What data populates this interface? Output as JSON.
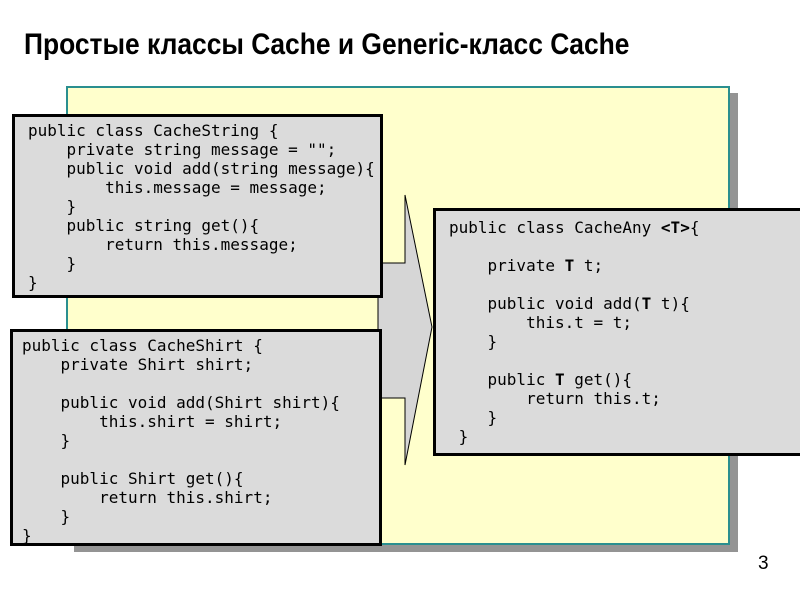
{
  "title": "Простые классы Cache и Generic-класс Cache",
  "page_number": "3",
  "colors": {
    "background": "#ffffff",
    "panel_fill": "#ffffcc",
    "panel_border": "#2a8f8f",
    "panel_shadow": "#949494",
    "code_box_fill": "#dbdbdb",
    "code_box_border": "#000000",
    "arrow_fill": "#d6d6d6",
    "text": "#000000"
  },
  "arrow": {
    "name": "right-block-arrow",
    "direction": "right"
  },
  "code_boxes": [
    {
      "id": "cache-string",
      "lines": [
        [
          "public class CacheString {"
        ],
        [
          "    private string message = \"\";"
        ],
        [
          "    public void add(string message){"
        ],
        [
          "        this.message = message;"
        ],
        [
          "    }"
        ],
        [
          "    public string get(){"
        ],
        [
          "        return this.message;"
        ],
        [
          "    }"
        ],
        [
          "}"
        ]
      ]
    },
    {
      "id": "cache-shirt",
      "lines": [
        [
          "public class CacheShirt {"
        ],
        [
          "    private Shirt shirt;"
        ],
        [],
        [
          "    public void add(Shirt shirt){"
        ],
        [
          "        this.shirt = shirt;"
        ],
        [
          "    }"
        ],
        [],
        [
          "    public Shirt get(){"
        ],
        [
          "        return this.shirt;"
        ],
        [
          "    }"
        ],
        [
          "}"
        ]
      ]
    },
    {
      "id": "cache-any",
      "lines": [
        [
          "public class CacheAny ",
          {
            "b": "<T>"
          },
          "{"
        ],
        [],
        [
          "    private ",
          {
            "b": "T"
          },
          " t;"
        ],
        [],
        [
          "    public void add(",
          {
            "b": "T"
          },
          " t){"
        ],
        [
          "        this.t = t;"
        ],
        [
          "    }"
        ],
        [],
        [
          "    public ",
          {
            "b": "T"
          },
          " get(){"
        ],
        [
          "        return this.t;"
        ],
        [
          "    }"
        ],
        [
          " }"
        ]
      ]
    }
  ]
}
